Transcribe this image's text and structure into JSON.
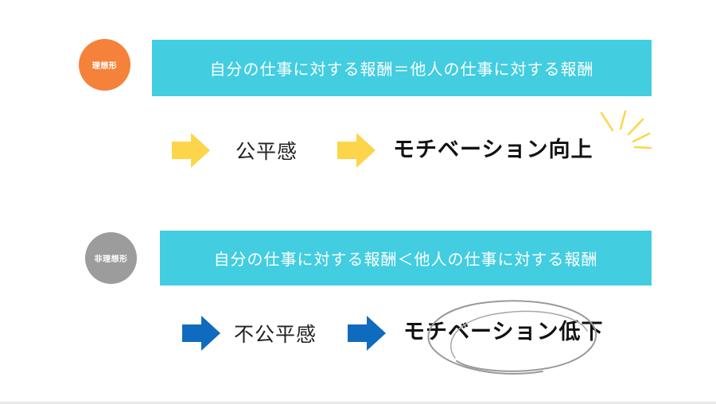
{
  "ideal": {
    "badge": "理想形",
    "banner": "自分の仕事に対する報酬＝他人の仕事に対する報酬",
    "step": "公平感",
    "result": "モチベーション向上",
    "arrow_color": "#fdd54a",
    "badge_color": "#f4823a"
  },
  "non_ideal": {
    "badge": "非理想形",
    "banner": "自分の仕事に対する報酬＜他人の仕事に対する報酬",
    "step": "不公平感",
    "result": "モチベーション低下",
    "arrow_color": "#0f6bbd",
    "badge_color": "#9c9c9c"
  },
  "banner_color": "#42cde0",
  "icons": [
    "right-arrow-icon",
    "sparkle-icon",
    "hand-drawn-circle-icon"
  ]
}
